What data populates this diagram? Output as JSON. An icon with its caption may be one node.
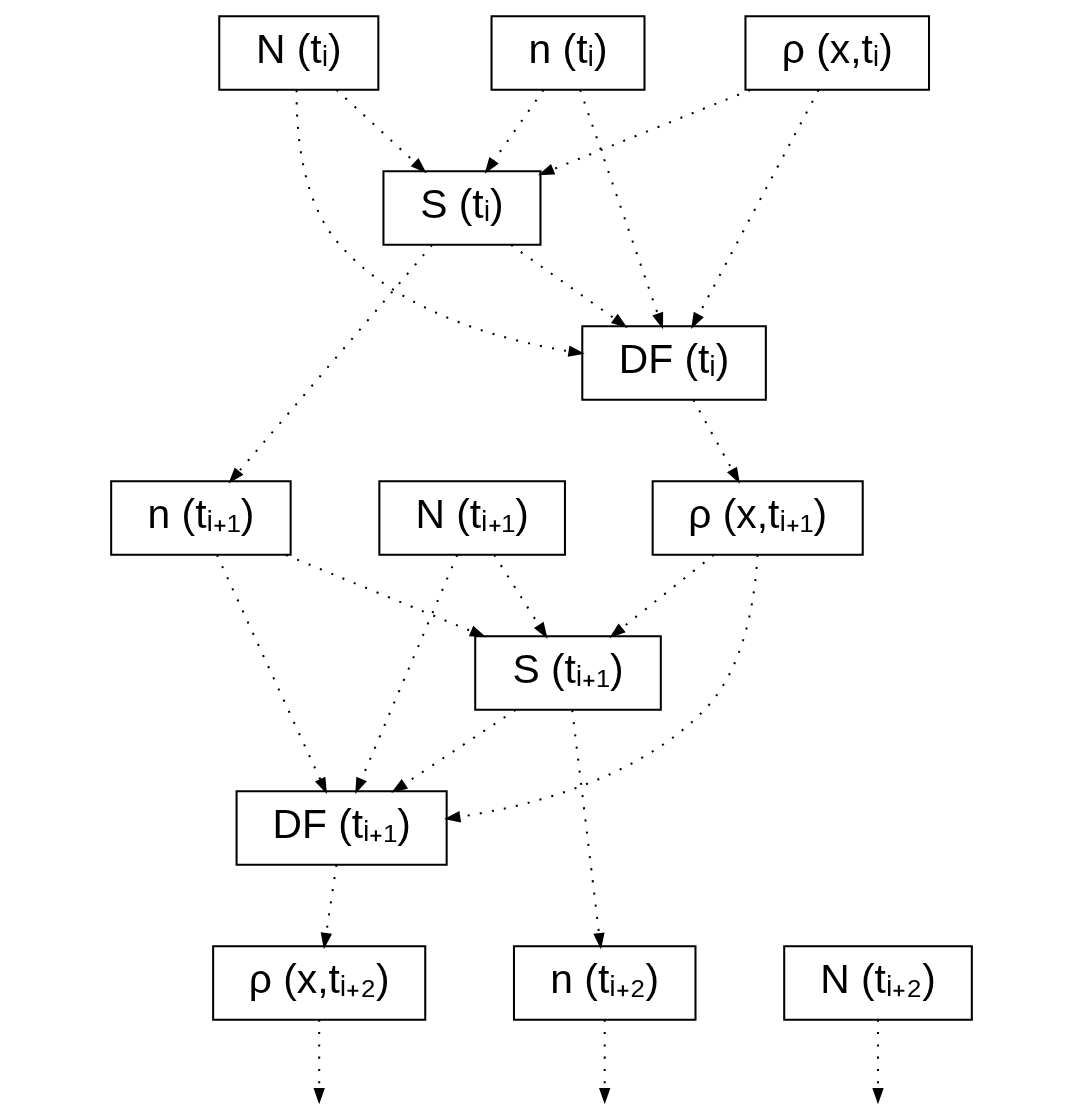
{
  "diagram": {
    "nodes": [
      {
        "text": [
          "N (tᵢ)"
        ]
      },
      {
        "text": [
          "n (tᵢ)"
        ]
      },
      {
        "text": [
          "ρ (x,tᵢ)"
        ]
      },
      {
        "text": [
          "S (tᵢ)"
        ]
      },
      {
        "text": [
          "DF (tᵢ)"
        ]
      },
      {
        "text": [
          "N (tᵢ₊₁)"
        ]
      },
      {
        "text": [
          "n (tᵢ₊₁)"
        ]
      },
      {
        "text": [
          "ρ (x,tᵢ₊₁)"
        ]
      },
      {
        "text": [
          "S (tᵢ₊₁)"
        ]
      },
      {
        "text": [
          "DF (tᵢ₊₁)"
        ]
      },
      {
        "text": [
          "N (tᵢ₊₂)"
        ]
      },
      {
        "text": [
          "n (tᵢ₊₂)"
        ]
      },
      {
        "text": [
          "ρ (x,tᵢ₊₂)"
        ]
      }
    ],
    "edges": [
      {
        "from": 0,
        "to": 3,
        "arrow": "to",
        "style": "dashed"
      },
      {
        "from": 1,
        "to": 3,
        "arrow": "to",
        "style": "dashed"
      },
      {
        "from": 2,
        "to": 3,
        "arrow": "to",
        "style": "dashed"
      },
      {
        "from": 0,
        "to": 4,
        "arrow": "to",
        "style": "dashed"
      },
      {
        "from": 1,
        "to": 4,
        "arrow": "to",
        "style": "dashed"
      },
      {
        "from": 2,
        "to": 4,
        "arrow": "to",
        "style": "dashed"
      },
      {
        "from": 3,
        "to": 4,
        "arrow": "to",
        "style": "dashed"
      },
      {
        "from": 3,
        "to": 6,
        "arrow": "to",
        "style": "dashed"
      },
      {
        "from": 4,
        "to": 7,
        "arrow": "to",
        "style": "dashed"
      },
      {
        "from": 5,
        "to": 8,
        "arrow": "to",
        "style": "dashed"
      },
      {
        "from": 6,
        "to": 8,
        "arrow": "to",
        "style": "dashed"
      },
      {
        "from": 7,
        "to": 8,
        "arrow": "to",
        "style": "dashed"
      },
      {
        "from": 5,
        "to": 9,
        "arrow": "to",
        "style": "dashed"
      },
      {
        "from": 6,
        "to": 9,
        "arrow": "to",
        "style": "dashed"
      },
      {
        "from": 7,
        "to": 9,
        "arrow": "to",
        "style": "dashed"
      },
      {
        "from": 8,
        "to": 9,
        "arrow": "to",
        "style": "dashed"
      },
      {
        "from": 8,
        "to": 11,
        "arrow": "to",
        "style": "dashed"
      },
      {
        "from": 9,
        "to": 12,
        "arrow": "to",
        "style": "dashed"
      },
      {
        "from": 10,
        "to": null,
        "arrow": "to",
        "style": "dashed"
      },
      {
        "from": 11,
        "to": null,
        "arrow": "to",
        "style": "dashed"
      },
      {
        "from": 12,
        "to": null,
        "arrow": "to",
        "style": "dashed"
      }
    ]
  }
}
